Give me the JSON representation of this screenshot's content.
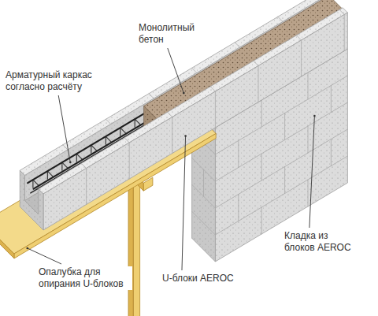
{
  "diagram": {
    "labels": [
      "Монолитный бетон",
      "Арматурный каркас согласно расчёту",
      "Кладка из блоков AEROC",
      "U-блоки AEROC",
      "Опалубка для опирания U-блоков"
    ]
  }
}
